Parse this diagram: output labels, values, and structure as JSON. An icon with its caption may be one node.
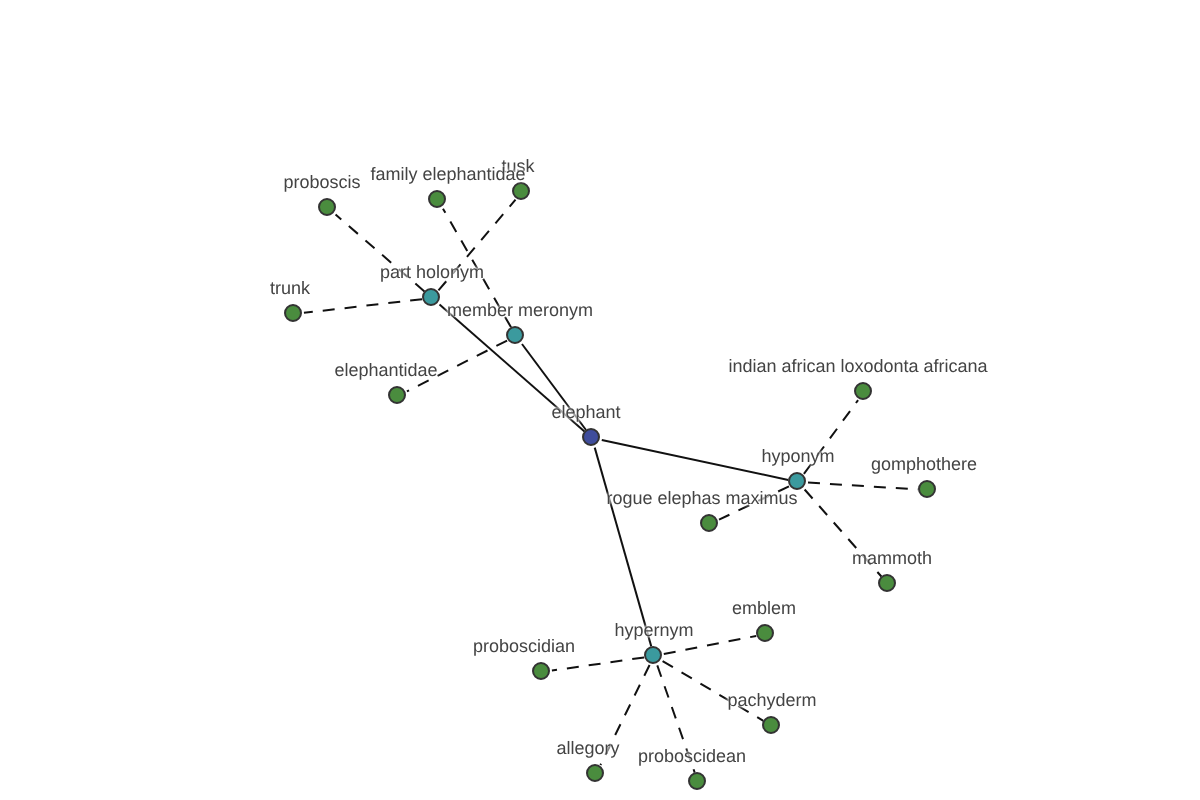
{
  "diagram": {
    "nodes": [
      {
        "text": [
          "tusk"
        ]
      },
      {
        "text": [
          "family elephantidae"
        ]
      },
      {
        "text": [
          "proboscis"
        ]
      },
      {
        "text": [
          "part holonym"
        ]
      },
      {
        "text": [
          "trunk"
        ]
      },
      {
        "text": [
          "member meronym"
        ]
      },
      {
        "text": [
          "elephantidae"
        ]
      },
      {
        "text": [
          "indian african loxodonta africana"
        ]
      },
      {
        "text": [
          "elephant"
        ]
      },
      {
        "text": [
          "gomphothere"
        ]
      },
      {
        "text": [
          "hyponym"
        ]
      },
      {
        "text": [
          "rogue elephas maximus"
        ]
      },
      {
        "text": [
          "mammoth"
        ]
      },
      {
        "text": [
          "emblem"
        ]
      },
      {
        "text": [
          "hypernym"
        ]
      },
      {
        "text": [
          "proboscidian"
        ]
      },
      {
        "text": [
          "pachyderm"
        ]
      },
      {
        "text": [
          "allegory"
        ]
      },
      {
        "text": [
          "proboscidean"
        ]
      }
    ],
    "edges": [
      {
        "from": 8,
        "to": 3,
        "arrow": "none"
      },
      {
        "from": 8,
        "to": 5,
        "arrow": "none"
      },
      {
        "from": 8,
        "to": 10,
        "arrow": "none"
      },
      {
        "from": 8,
        "to": 14,
        "arrow": "none"
      },
      {
        "from": 3,
        "to": 2,
        "arrow": "none",
        "style": "dashed"
      },
      {
        "from": 3,
        "to": 4,
        "arrow": "none",
        "style": "dashed"
      },
      {
        "from": 3,
        "to": 0,
        "arrow": "none",
        "style": "dashed"
      },
      {
        "from": 5,
        "to": 1,
        "arrow": "none",
        "style": "dashed"
      },
      {
        "from": 5,
        "to": 6,
        "arrow": "none",
        "style": "dashed"
      },
      {
        "from": 10,
        "to": 7,
        "arrow": "none",
        "style": "dashed"
      },
      {
        "from": 10,
        "to": 9,
        "arrow": "none",
        "style": "dashed"
      },
      {
        "from": 10,
        "to": 11,
        "arrow": "none",
        "style": "dashed"
      },
      {
        "from": 10,
        "to": 12,
        "arrow": "none",
        "style": "dashed"
      },
      {
        "from": 14,
        "to": 13,
        "arrow": "none",
        "style": "dashed"
      },
      {
        "from": 14,
        "to": 15,
        "arrow": "none",
        "style": "dashed"
      },
      {
        "from": 14,
        "to": 16,
        "arrow": "none",
        "style": "dashed"
      },
      {
        "from": 14,
        "to": 17,
        "arrow": "none",
        "style": "dashed"
      },
      {
        "from": 14,
        "to": 18,
        "arrow": "none",
        "style": "dashed"
      }
    ]
  }
}
